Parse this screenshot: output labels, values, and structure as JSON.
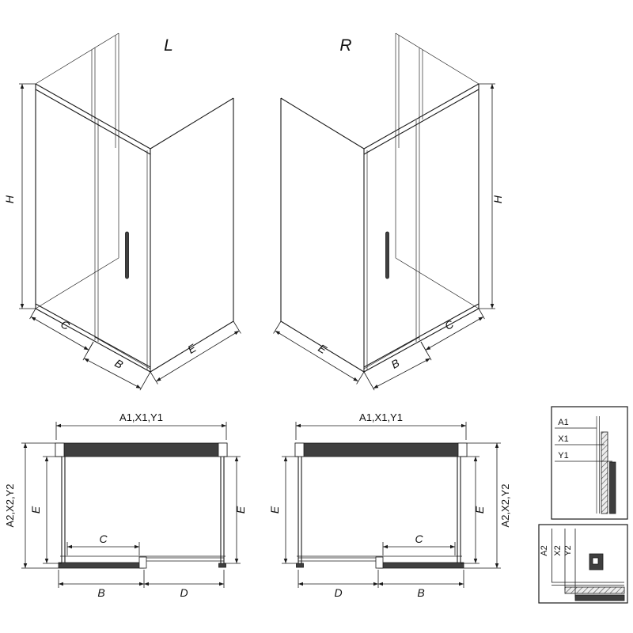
{
  "drawing": {
    "variant_left_label": "L",
    "variant_right_label": "R",
    "dim_labels": {
      "height": "H",
      "c": "C",
      "b": "B",
      "e": "E",
      "d": "D",
      "width_group": "A1,X1,Y1",
      "depth_group": "A2,X2,Y2"
    },
    "detail_top_labels": {
      "a1": "A1",
      "x1": "X1",
      "y1": "Y1"
    },
    "detail_bottom_labels": {
      "a2": "A2",
      "x2": "X2",
      "y2": "Y2"
    },
    "colors": {
      "line": "#1a1a1a",
      "ink": "#111111",
      "profile_dark": "#3f3f3f",
      "hatch_bg": "#ededed",
      "background": "#ffffff"
    }
  }
}
